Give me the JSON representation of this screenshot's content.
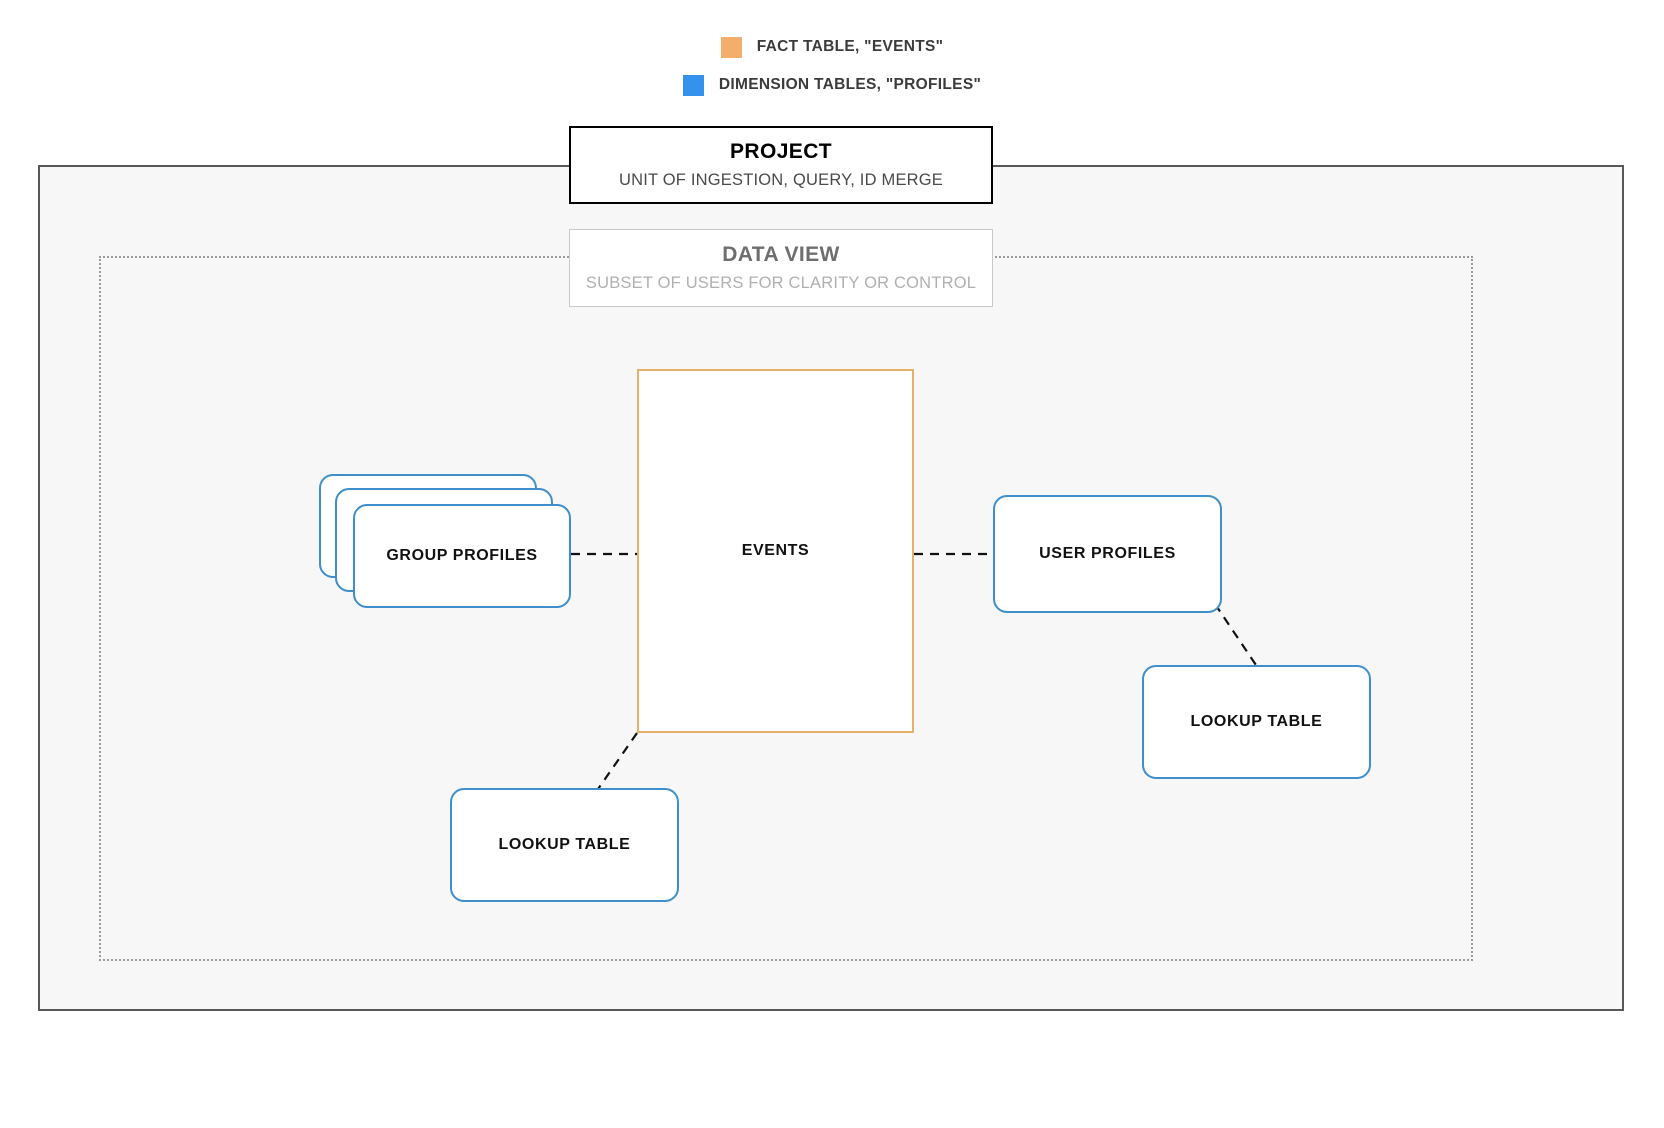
{
  "legend": {
    "items": [
      {
        "label": "FACT TABLE, \"EVENTS\"",
        "color": "#f3ae6b",
        "icon": "square-swatch-icon"
      },
      {
        "label": "DIMENSION TABLES, \"PROFILES\"",
        "color": "#3492ec",
        "icon": "square-swatch-icon"
      }
    ]
  },
  "project": {
    "title": "PROJECT",
    "subtitle": "UNIT OF INGESTION, QUERY, ID MERGE",
    "border_color": "#000000",
    "container_fill": "#f7f7f7",
    "container_border": "#585858"
  },
  "data_view": {
    "title": "DATA VIEW",
    "subtitle": "SUBSET OF USERS FOR CLARITY OR CONTROL",
    "border_color": "#c9c9c9",
    "container_border": "#9a9a9a"
  },
  "nodes": {
    "events": {
      "label": "EVENTS",
      "color": "#e6b169",
      "kind": "fact-table"
    },
    "group_profiles": {
      "label": "GROUP PROFILES",
      "color": "#3e8fcc",
      "kind": "dimension-table-stack",
      "stack_count": 3
    },
    "user_profiles": {
      "label": "USER PROFILES",
      "color": "#3e8fcc",
      "kind": "dimension-table"
    },
    "lookup_table_left": {
      "label": "LOOKUP TABLE",
      "color": "#3e8fcc",
      "kind": "dimension-table"
    },
    "lookup_table_right": {
      "label": "LOOKUP TABLE",
      "color": "#3e8fcc",
      "kind": "dimension-table"
    }
  },
  "connectors": [
    {
      "name": "group-profiles-to-events",
      "style": "dashed",
      "color": "#111111"
    },
    {
      "name": "events-to-user-profiles",
      "style": "dashed",
      "color": "#111111"
    },
    {
      "name": "user-profiles-to-lookup-right",
      "style": "dashed",
      "color": "#111111"
    },
    {
      "name": "events-to-lookup-left",
      "style": "dashed",
      "color": "#111111"
    }
  ]
}
